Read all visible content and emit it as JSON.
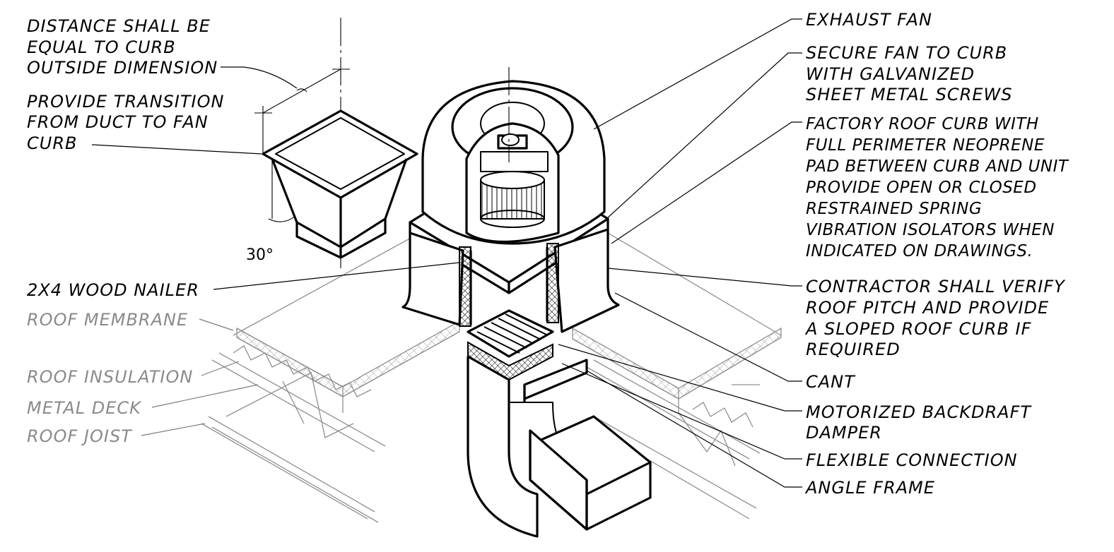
{
  "labels_left": [
    {
      "id": "distance",
      "lines": [
        "DISTANCE SHALL BE",
        "EQUAL TO CURB",
        "OUTSIDE DIMENSION"
      ]
    },
    {
      "id": "transition",
      "lines": [
        "PROVIDE TRANSITION",
        "FROM DUCT TO FAN",
        "CURB"
      ]
    },
    {
      "id": "nailer",
      "lines": [
        "2X4 WOOD NAILER"
      ]
    },
    {
      "id": "membrane",
      "lines": [
        "ROOF MEMBRANE"
      ]
    },
    {
      "id": "insulation",
      "lines": [
        "ROOF INSULATION"
      ]
    },
    {
      "id": "deck",
      "lines": [
        "METAL DECK"
      ]
    },
    {
      "id": "joist",
      "lines": [
        "ROOF JOIST"
      ]
    }
  ],
  "labels_right": [
    {
      "id": "exhaust-fan",
      "lines": [
        "EXHAUST FAN"
      ]
    },
    {
      "id": "secure-fan",
      "lines": [
        "SECURE FAN TO CURB",
        "WITH GALVANIZED",
        "SHEET METAL SCREWS"
      ]
    },
    {
      "id": "factory-curb",
      "lines": [
        "FACTORY ROOF CURB WITH",
        "FULL PERIMETER NEOPRENE",
        "PAD BETWEEN CURB AND UNIT",
        "PROVIDE OPEN OR CLOSED",
        "RESTRAINED SPRING",
        "VIBRATION ISOLATORS WHEN",
        "INDICATED ON DRAWINGS."
      ]
    },
    {
      "id": "contractor",
      "lines": [
        "CONTRACTOR SHALL VERIFY",
        "ROOF PITCH AND PROVIDE",
        "A SLOPED ROOF CURB IF",
        "REQUIRED"
      ]
    },
    {
      "id": "cant",
      "lines": [
        "CANT"
      ]
    },
    {
      "id": "damper",
      "lines": [
        "MOTORIZED BACKDRAFT",
        "DAMPER"
      ]
    },
    {
      "id": "flex",
      "lines": [
        "FLEXIBLE CONNECTION"
      ]
    },
    {
      "id": "angle",
      "lines": [
        "ANGLE FRAME"
      ]
    }
  ],
  "dimension": {
    "angle_label": "30°"
  },
  "colors": {
    "ink": "#000000",
    "existing": "#8a8a8a",
    "background": "#ffffff"
  }
}
